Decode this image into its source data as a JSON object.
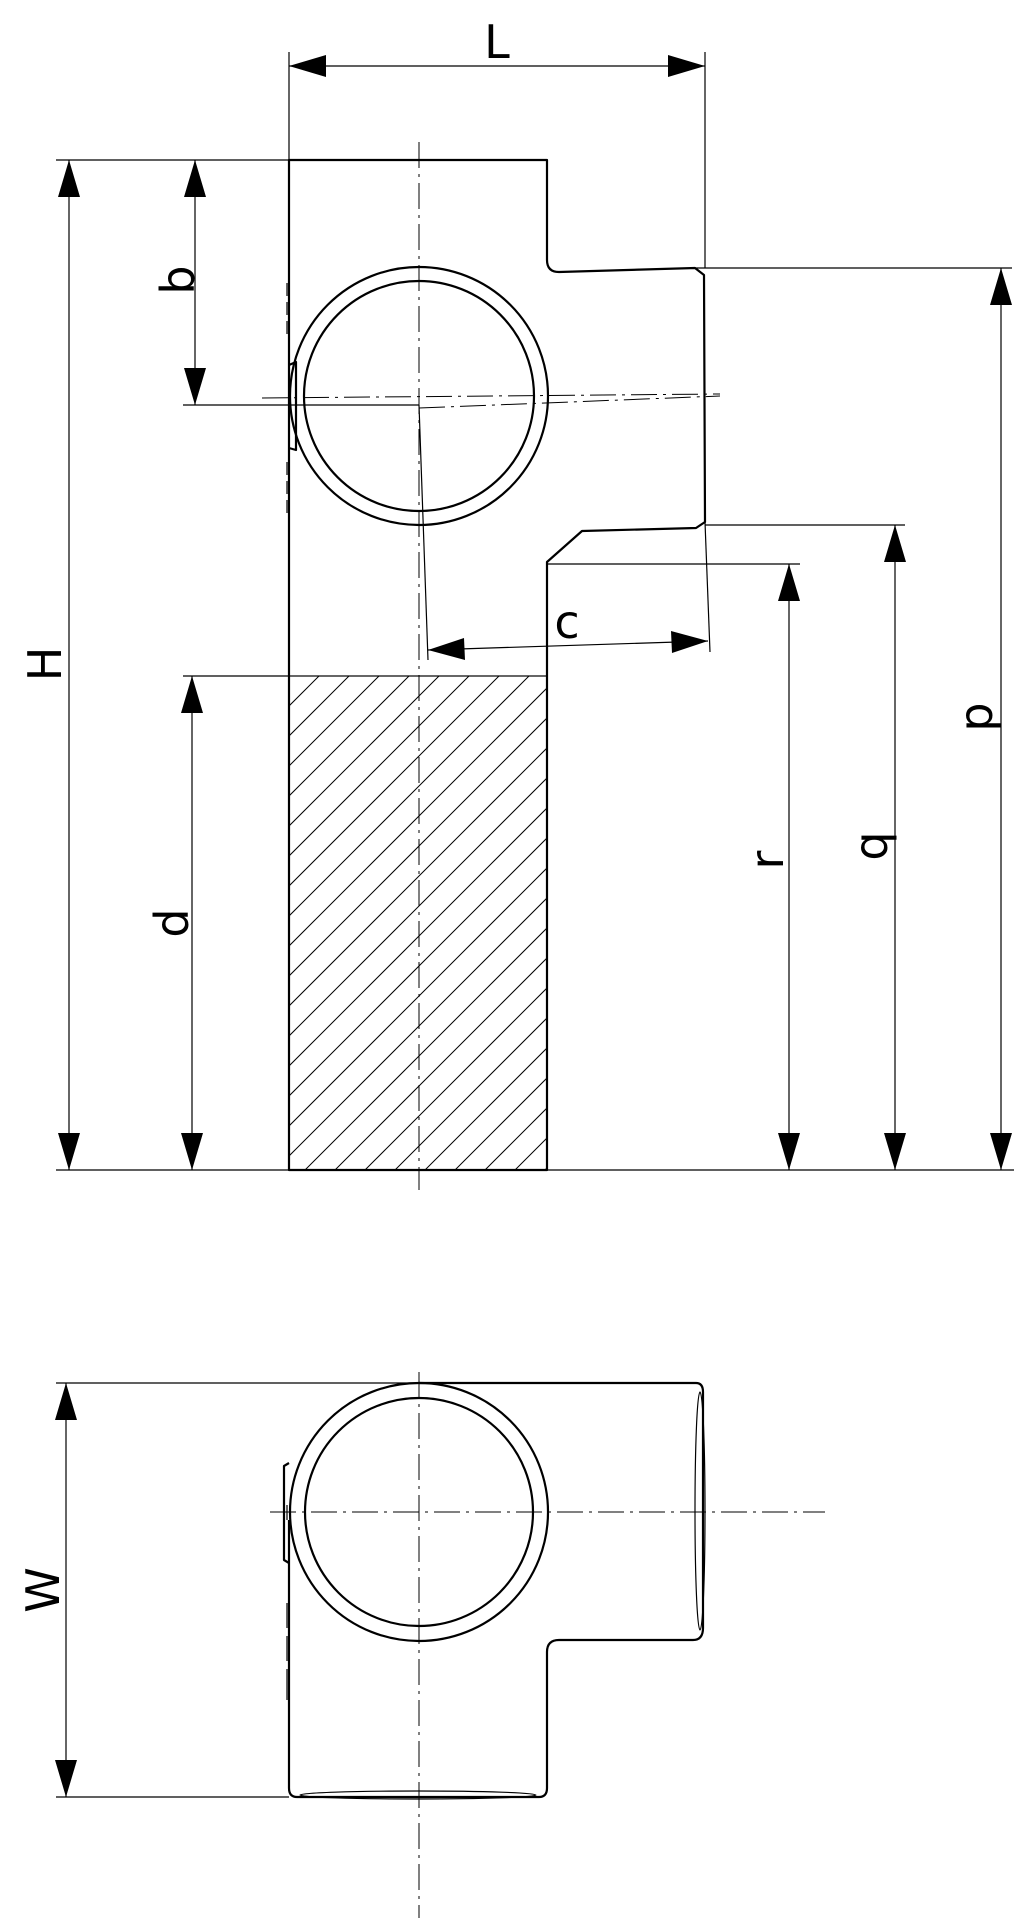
{
  "dimensions": {
    "L": "L",
    "H": "H",
    "b": "b",
    "c": "c",
    "d": "d",
    "p": "p",
    "q": "q",
    "r": "r",
    "W": "W"
  }
}
